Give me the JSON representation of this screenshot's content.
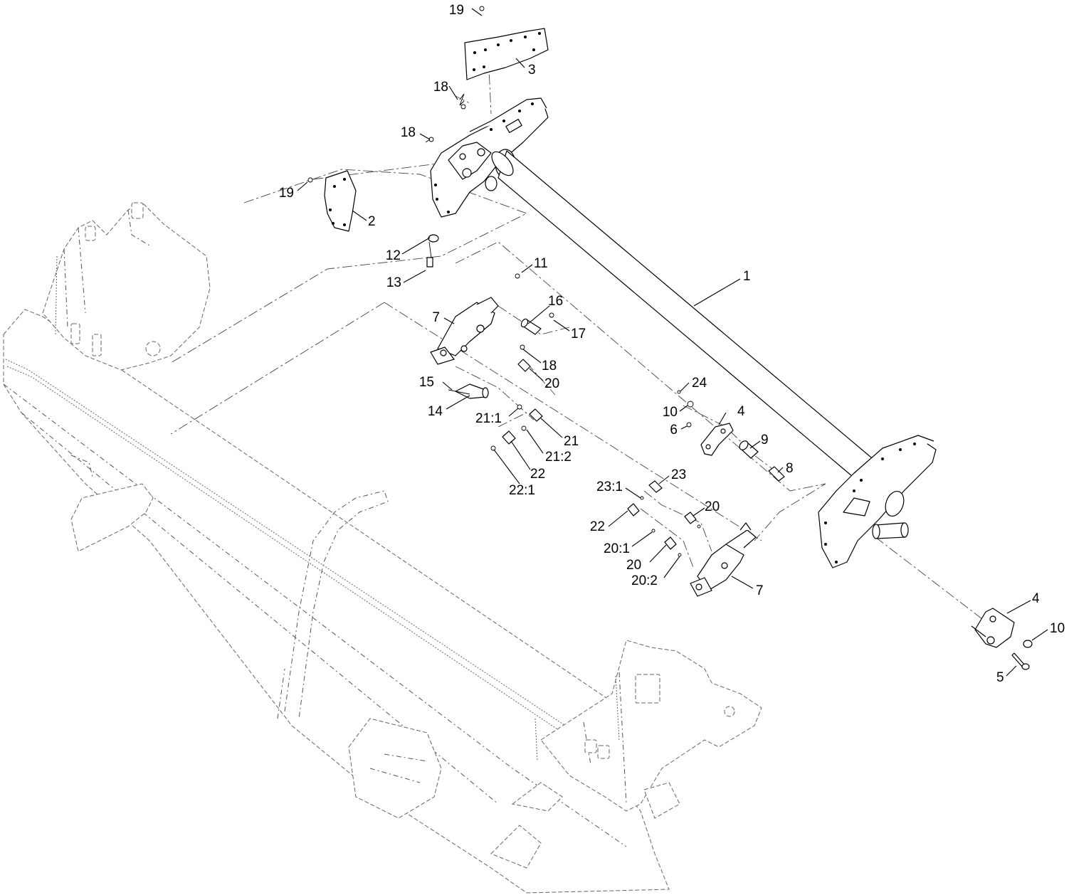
{
  "callouts": [
    {
      "id": "c-19a",
      "label": "19"
    },
    {
      "id": "c-3",
      "label": "3"
    },
    {
      "id": "c-18a",
      "label": "18"
    },
    {
      "id": "c-18b",
      "label": "18"
    },
    {
      "id": "c-19b",
      "label": "19"
    },
    {
      "id": "c-2",
      "label": "2"
    },
    {
      "id": "c-12",
      "label": "12"
    },
    {
      "id": "c-13",
      "label": "13"
    },
    {
      "id": "c-11",
      "label": "11"
    },
    {
      "id": "c-1",
      "label": "1"
    },
    {
      "id": "c-16",
      "label": "16"
    },
    {
      "id": "c-7a",
      "label": "7"
    },
    {
      "id": "c-17",
      "label": "17"
    },
    {
      "id": "c-18c",
      "label": "18"
    },
    {
      "id": "c-20a",
      "label": "20"
    },
    {
      "id": "c-15",
      "label": "15"
    },
    {
      "id": "c-14",
      "label": "14"
    },
    {
      "id": "c-21-1",
      "label": "21:1"
    },
    {
      "id": "c-21",
      "label": "21"
    },
    {
      "id": "c-21-2",
      "label": "21:2"
    },
    {
      "id": "c-22a",
      "label": "22"
    },
    {
      "id": "c-22-1",
      "label": "22:1"
    },
    {
      "id": "c-24",
      "label": "24"
    },
    {
      "id": "c-10a",
      "label": "10"
    },
    {
      "id": "c-4a",
      "label": "4"
    },
    {
      "id": "c-6",
      "label": "6"
    },
    {
      "id": "c-9",
      "label": "9"
    },
    {
      "id": "c-8",
      "label": "8"
    },
    {
      "id": "c-23-1",
      "label": "23:1"
    },
    {
      "id": "c-23",
      "label": "23"
    },
    {
      "id": "c-20b",
      "label": "20"
    },
    {
      "id": "c-22b",
      "label": "22"
    },
    {
      "id": "c-20-1",
      "label": "20:1"
    },
    {
      "id": "c-20c",
      "label": "20"
    },
    {
      "id": "c-20-2",
      "label": "20:2"
    },
    {
      "id": "c-7b",
      "label": "7"
    },
    {
      "id": "c-4b",
      "label": "4"
    },
    {
      "id": "c-10b",
      "label": "10"
    },
    {
      "id": "c-5",
      "label": "5"
    }
  ]
}
